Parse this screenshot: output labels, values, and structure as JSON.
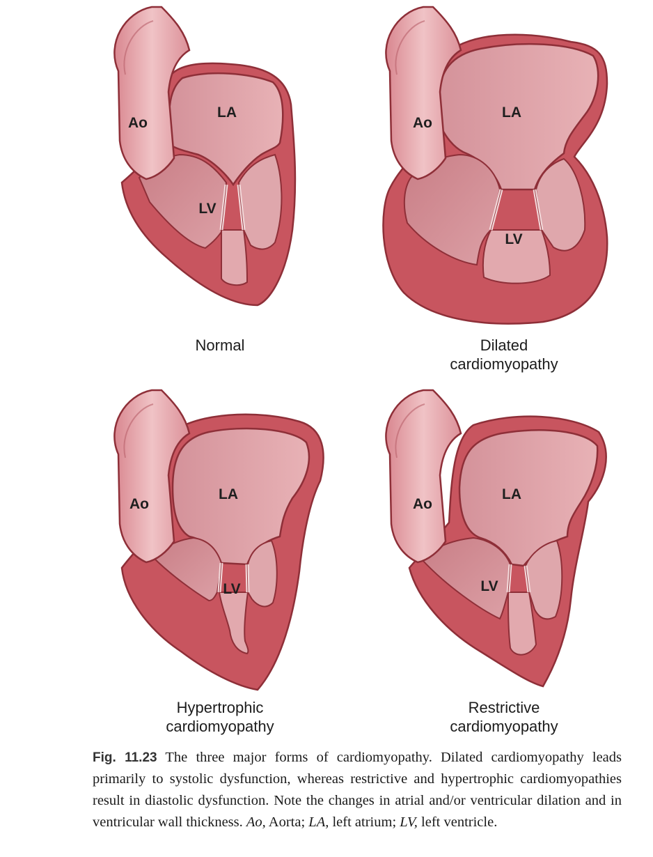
{
  "panels": [
    {
      "id": "normal",
      "title_lines": [
        "Normal"
      ],
      "labels": {
        "ao": "Ao",
        "la": "LA",
        "lv": "LV"
      }
    },
    {
      "id": "dilated",
      "title_lines": [
        "Dilated",
        "cardiomyopathy"
      ],
      "labels": {
        "ao": "Ao",
        "la": "LA",
        "lv": "LV"
      }
    },
    {
      "id": "hypertrophic",
      "title_lines": [
        "Hypertrophic",
        "cardiomyopathy"
      ],
      "labels": {
        "ao": "Ao",
        "la": "LA",
        "lv": "LV"
      }
    },
    {
      "id": "restrictive",
      "title_lines": [
        "Restrictive",
        "cardiomyopathy"
      ],
      "labels": {
        "ao": "Ao",
        "la": "LA",
        "lv": "LV"
      }
    }
  ],
  "caption": {
    "figure_number": "Fig. 11.23",
    "text_main": "The three major forms of cardiomyopathy. Dilated cardiomyopathy leads primarily to systolic dysfunction, whereas restrictive and hypertrophic cardiomyopathies result in diastolic dysfunction. Note the changes in atrial and/or ventricular dilation and in ventricular wall thickness.",
    "abbr_ao": "Ao,",
    "def_ao": "Aorta;",
    "abbr_la": "LA,",
    "def_la": "left atrium;",
    "abbr_lv": "LV,",
    "def_lv": "left ventricle."
  },
  "colors": {
    "myocardium": "#c8555f",
    "myocardium_edge": "#8e2f38",
    "chamber": "#e0a2a7",
    "chamber_dark": "#cf8a91",
    "aorta": "#e7a8ae",
    "valve": "#f4dcdd"
  }
}
